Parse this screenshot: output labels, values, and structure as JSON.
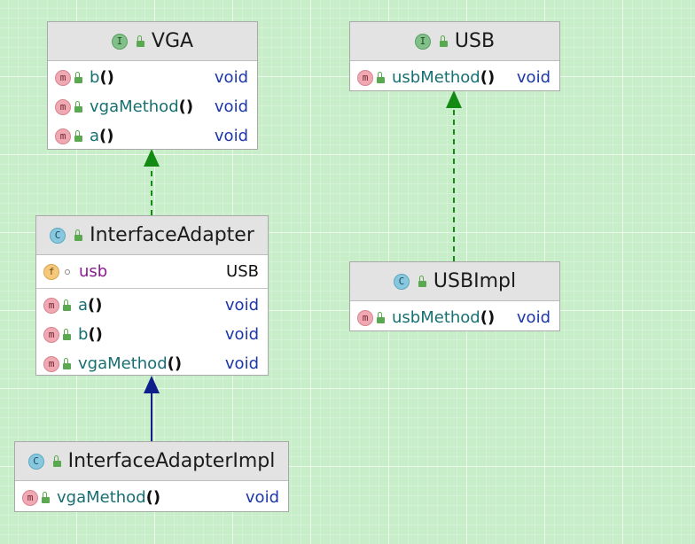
{
  "vga": {
    "title": "VGA",
    "kind": "I",
    "methods": [
      {
        "name": "b",
        "parens": "()",
        "type": "void"
      },
      {
        "name": "vgaMethod",
        "parens": "()",
        "type": "void"
      },
      {
        "name": "a",
        "parens": "()",
        "type": "void"
      }
    ]
  },
  "usb": {
    "title": "USB",
    "kind": "I",
    "methods": [
      {
        "name": "usbMethod",
        "parens": "()",
        "type": "void"
      }
    ]
  },
  "interface_adapter": {
    "title": "InterfaceAdapter",
    "kind": "C",
    "field": {
      "kind": "f",
      "name": "usb",
      "type": "USB"
    },
    "methods": [
      {
        "name": "a",
        "parens": "()",
        "type": "void"
      },
      {
        "name": "b",
        "parens": "()",
        "type": "void"
      },
      {
        "name": "vgaMethod",
        "parens": "()",
        "type": "void"
      }
    ]
  },
  "usb_impl": {
    "title": "USBImpl",
    "kind": "C",
    "methods": [
      {
        "name": "usbMethod",
        "parens": "()",
        "type": "void"
      }
    ]
  },
  "interface_adapter_impl": {
    "title": "InterfaceAdapterImpl",
    "kind": "C",
    "methods": [
      {
        "name": "vgaMethod",
        "parens": "()",
        "type": "void"
      }
    ]
  },
  "method_badge": "m",
  "relations": [
    {
      "from": "InterfaceAdapter",
      "to": "VGA",
      "style": "dashed",
      "color": "#138a13"
    },
    {
      "from": "USBImpl",
      "to": "USB",
      "style": "dashed",
      "color": "#138a13"
    },
    {
      "from": "InterfaceAdapterImpl",
      "to": "InterfaceAdapter",
      "style": "solid",
      "color": "#0e1e8a"
    }
  ]
}
